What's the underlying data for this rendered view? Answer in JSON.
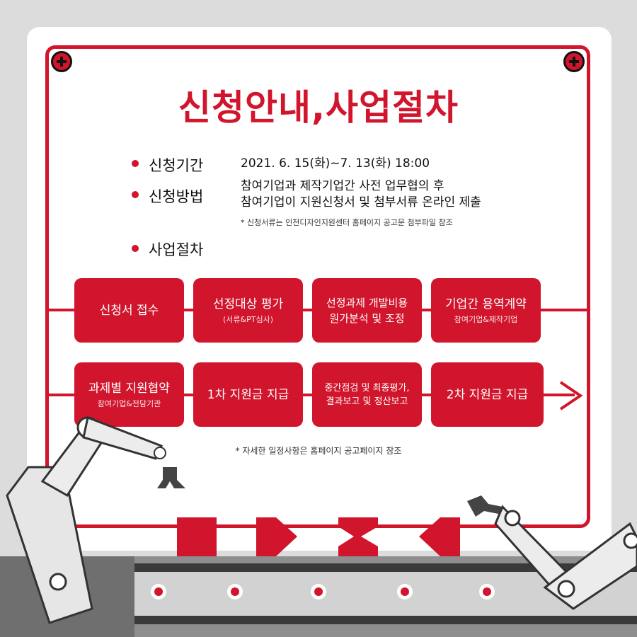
{
  "title": "신청안내,사업절차",
  "info": {
    "period_label": "신청기간",
    "period_value": "2021. 6. 15(화)~7. 13(화) 18:00",
    "method_label": "신청방법",
    "method_line1": "참여기업과 제작기업간 사전 업무협의 후",
    "method_line2": "참여기업이 지원신청서 및 첨부서류 온라인 제출",
    "method_note": "* 신청서류는 인천디자인지원센터 홈페이지 공고문 첨부파일 참조",
    "procedure_label": "사업절차"
  },
  "steps": [
    {
      "main": "신청서 접수",
      "sub": ""
    },
    {
      "main": "선정대상 평가",
      "sub": "(서류&PT심사)"
    },
    {
      "main": "선정과제 개발비용\n원가분석 및 조정",
      "sub": ""
    },
    {
      "main": "기업간 용역계약",
      "sub": "참여기업&제작기업"
    },
    {
      "main": "과제별 지원협약",
      "sub": "참여기업&전담기관"
    },
    {
      "main": "1차 지원금 지급",
      "sub": ""
    },
    {
      "main": "중간점검 및 최종평가,\n결과보고 및 정산보고",
      "sub": ""
    },
    {
      "main": "2차 지원금 지급",
      "sub": ""
    }
  ],
  "footnote": "* 자세한 일정사항은 홈페이지 공고페이지 참조",
  "colors": {
    "accent": "#d1152c",
    "background": "#dcdcdc",
    "card": "#ffffff"
  },
  "decor_icons": [
    "robot-arm-left",
    "robot-arm-right",
    "conveyor-belt",
    "dsd-letter-blocks",
    "screw-icon"
  ]
}
